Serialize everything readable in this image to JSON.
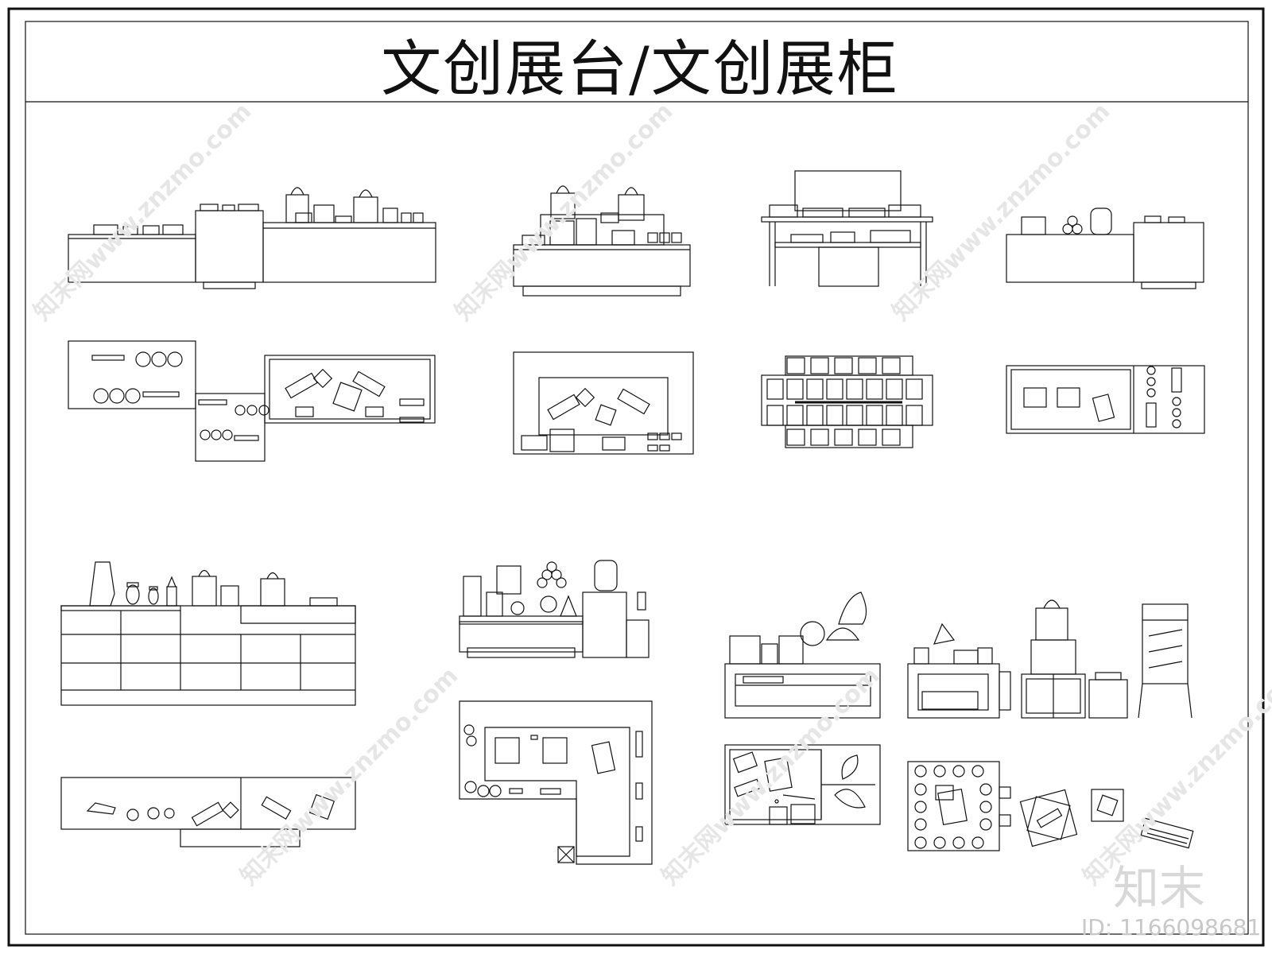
{
  "title": "文创展台/文创展柜",
  "watermark": {
    "text": "知末网www.znzmo.com",
    "logo": "知末",
    "id_text": "ID: 1166098681"
  },
  "colors": {
    "line": "#111111",
    "watermark": "#e0e0e0",
    "background": "#ffffff"
  }
}
